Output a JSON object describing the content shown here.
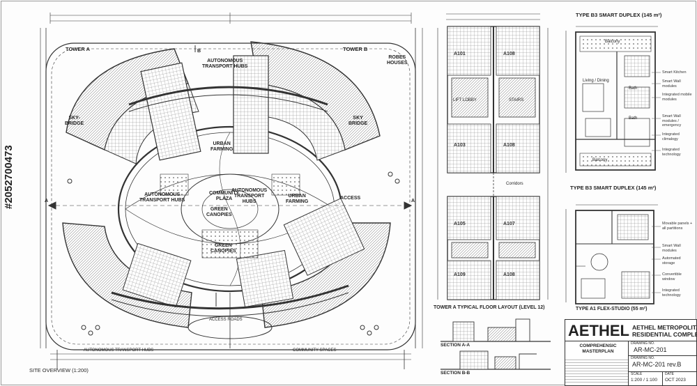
{
  "site": {
    "tower_a": "TOWER A",
    "tower_b": "TOWER B",
    "sky_bridge_left": "SKY-\nBRIDGE",
    "sky_bridge_right": "SKY\nBRIDGE",
    "transport_hubs_top": "AUTONOMOUS\nTRANSPORT HUBS",
    "urban_farming_top": "URBAN\nFARMING",
    "community_plaza": "COMMUNITY\nPLAZA",
    "green_canopies_1": "GREEN\nCANOPIES",
    "green_canopies_2": "GREEN\nCANOPIES",
    "transport_hubs_left": "AUTONOMOUS\nTRANSPORT HUBS",
    "transport_hubs_center": "AUTONOMOUS\nTRANSPORT\nHUBS",
    "urban_farming_right": "URBAN\nFARMING",
    "access_right": "ACCESS",
    "access_topright": "ROBES\nHOUSES",
    "access_bottom": "ACCESS ROADS",
    "bottom_left_label": "AUTONOMOUS TRANSPORT HUBS",
    "bottom_right_label": "COMMUNITY SPACES",
    "overview_title": "SITE OVERVIEW (1:200)",
    "marker_a": "A",
    "marker_b": "B"
  },
  "floor_layout": {
    "units_top": [
      "A101",
      "A108",
      "A103",
      "A108"
    ],
    "units_bottom": [
      "A105",
      "A107",
      "A109",
      "A108"
    ],
    "lift_label": "LIFT LOBBY",
    "stair_label": "STAIRS",
    "corr_label": "Corridors",
    "title": "TOWER A  TYPICAL FLOOR LAYOUT (LEVEL 12)"
  },
  "sections": {
    "a": "SECTION A-A",
    "b": "SECTION B-B"
  },
  "duplex": {
    "title_top": "TYPE B3  SMART DUPLEX (145 m²)",
    "title_bottom": "TYPE B3  SMART DUPLEX (145 m²)",
    "rooms": [
      "Balcony",
      "Living / Dining",
      "Bath",
      "Bath",
      "Balcony"
    ],
    "notes": [
      "Smart Kitchen",
      "Smart Wall modules",
      "Integrated mobile modules",
      "Smart Wall modules / emergency",
      "Integrated climalogy",
      "Integrated technology"
    ]
  },
  "studio": {
    "title": "TYPE A1  FLEX-STUDIO (55 m²)",
    "notes": [
      "Movable panels + all partitions",
      "Smart Wall modules",
      "Automated storage",
      "Convertible window",
      "Integrated technology"
    ]
  },
  "title_block": {
    "logo": "AETHEL",
    "project": "AETHEL METROPOLITAN\nRESIDENTIAL COMPLEX",
    "drawing_label": "COMPREHENSIC\nMASTERPLAN",
    "drawing_no_label": "DRAWING NO.",
    "drawing_no": "AR-MC-201",
    "drawing_rev_label": "DRAWING NO.",
    "drawing_rev": "AR-MC-201 rev.B",
    "scale_label": "SCALE",
    "scale": "1:200 / 1:100",
    "date_label": "DATE",
    "date": "OCT 2023"
  },
  "watermark": "#2052700473"
}
